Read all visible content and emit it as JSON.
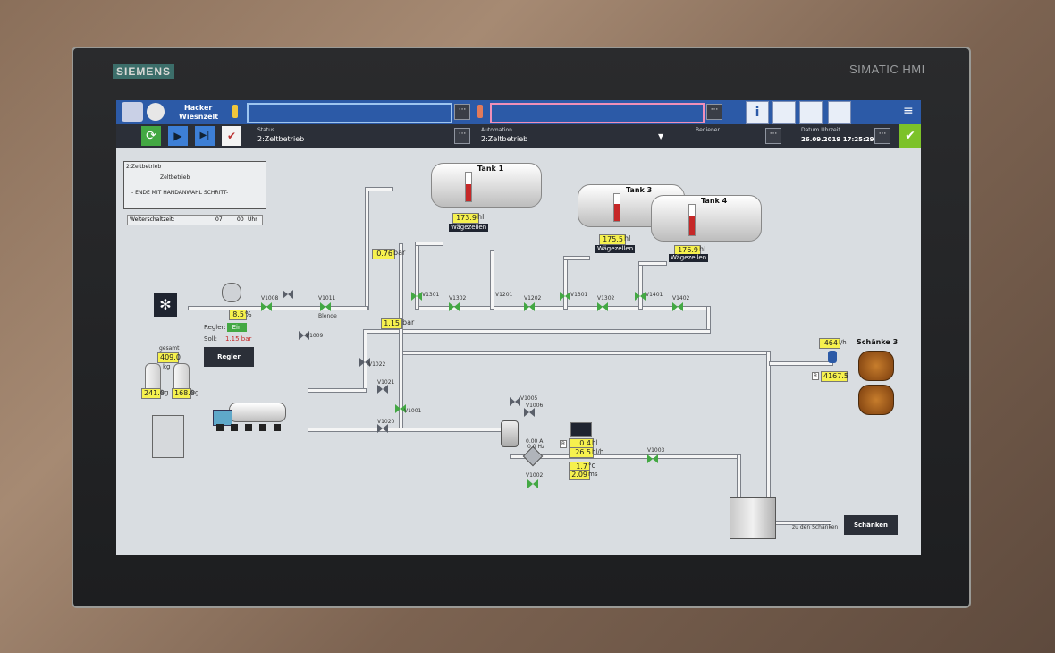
{
  "device": {
    "brand": "SIEMENS",
    "model": "SIMATIC HMI"
  },
  "header": {
    "location_line1": "Hacker",
    "location_line2": "Wiesnzelt",
    "more_label": "···",
    "menu_icon": "hamburger-icon"
  },
  "statusbar": {
    "status_label": "Status",
    "status_value": "2:Zeltbetrieb",
    "automation_label": "Automation",
    "automation_value": "2:Zeltbetrieb",
    "operator_label": "Bediener",
    "datetime_label": "Datum Uhrzeit",
    "datetime_value": "26.09.2019 17:25:29"
  },
  "step_box": {
    "title": "2:Zeltbetrieb",
    "subtitle": "Zeltbetrieb",
    "message": "- ENDE MIT HANDANWAHL SCHRITT-",
    "next_label": "Weiterschaltzeit:",
    "next_min": "07",
    "next_sec": "00",
    "next_unit": "Uhr"
  },
  "tanks": [
    {
      "name": "Tank 1",
      "value": "173.9",
      "unit": "hl",
      "scale": "Wägezellen",
      "fill": 0.55
    },
    {
      "name": "Tank 3",
      "value": "175.5",
      "unit": "hl",
      "scale": "Wägezellen",
      "fill": 0.6
    },
    {
      "name": "Tank 4",
      "value": "176.9",
      "unit": "hl",
      "scale": "Wägezellen",
      "fill": 0.62
    }
  ],
  "pressure": {
    "value1": "0.76",
    "unit1": "bar",
    "value2": "1.15",
    "unit2": "bar"
  },
  "regulator": {
    "percent": "8.5",
    "percent_unit": "%",
    "regler_label": "Regler:",
    "regler_state": "Ein",
    "soll_label": "Soll:",
    "soll_value": "1.15 bar",
    "button": "Regler"
  },
  "left_tanks": {
    "total_label": "gesamt",
    "total_value": "409.0",
    "total_unit": "kg",
    "left_value": "241.0",
    "right_value": "168.0",
    "unit": "kg"
  },
  "valves": {
    "v1008": "V1008",
    "v1011": "V1011",
    "blende": "Blende",
    "v1009": "V1009",
    "v1301": "V1301",
    "v1302": "V1302",
    "v1201": "V1201",
    "v1202": "V1202",
    "v1301b": "V1301",
    "v1302b": "V1302",
    "v1401": "V1401",
    "v1402": "V1402",
    "v1022": "V1022",
    "v1021": "V1021",
    "v1001": "V1001",
    "v1020": "V1020",
    "v1005": "V1005",
    "v1006": "V1006",
    "v1002": "V1002",
    "v1003": "V1003"
  },
  "measure": {
    "amp": "0.00 A",
    "ohm": "0.0 Hz",
    "flow1": "0.4",
    "flow1_unit": "hl",
    "flow2": "26.5",
    "flow2_unit": "hl/h",
    "temp": "1.7",
    "temp_unit": "°C",
    "ms": "2.09",
    "ms_unit": "ms",
    "r_label": "R"
  },
  "schanke": {
    "title": "Schänke 3",
    "flow": "464",
    "flow_unit": "l/h",
    "total": "4167.5",
    "total_unit": "l",
    "r_label": "R",
    "to_label": "zu den Schänken",
    "button": "Schänken"
  },
  "colors": {
    "accent": "#2c5aa7",
    "status_bar": "#2b2f38",
    "value_yellow": "#f6f14e",
    "valve_open": "#43a843",
    "ok_green": "#7cc229"
  }
}
